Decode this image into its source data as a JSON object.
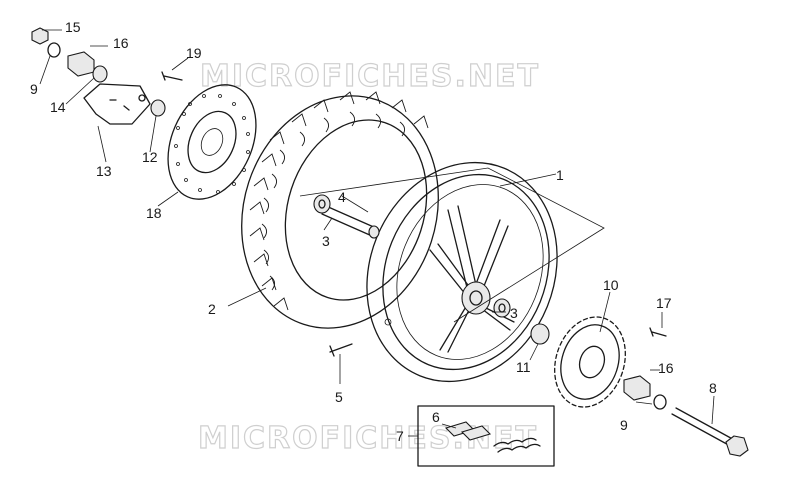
{
  "watermark": "MICROFICHES.NET",
  "labels": [
    {
      "id": "1",
      "text": "1"
    },
    {
      "id": "2",
      "text": "2"
    },
    {
      "id": "3a",
      "text": "3"
    },
    {
      "id": "3b",
      "text": "3"
    },
    {
      "id": "4",
      "text": "4"
    },
    {
      "id": "5",
      "text": "5"
    },
    {
      "id": "6",
      "text": "6"
    },
    {
      "id": "7",
      "text": "7"
    },
    {
      "id": "8",
      "text": "8"
    },
    {
      "id": "9a",
      "text": "9"
    },
    {
      "id": "9b",
      "text": "9"
    },
    {
      "id": "10",
      "text": "10"
    },
    {
      "id": "11",
      "text": "11"
    },
    {
      "id": "12",
      "text": "12"
    },
    {
      "id": "13",
      "text": "13"
    },
    {
      "id": "14",
      "text": "14"
    },
    {
      "id": "15",
      "text": "15"
    },
    {
      "id": "16a",
      "text": "16"
    },
    {
      "id": "16b",
      "text": "16"
    },
    {
      "id": "17",
      "text": "17"
    },
    {
      "id": "18",
      "text": "18"
    },
    {
      "id": "19",
      "text": "19"
    }
  ]
}
